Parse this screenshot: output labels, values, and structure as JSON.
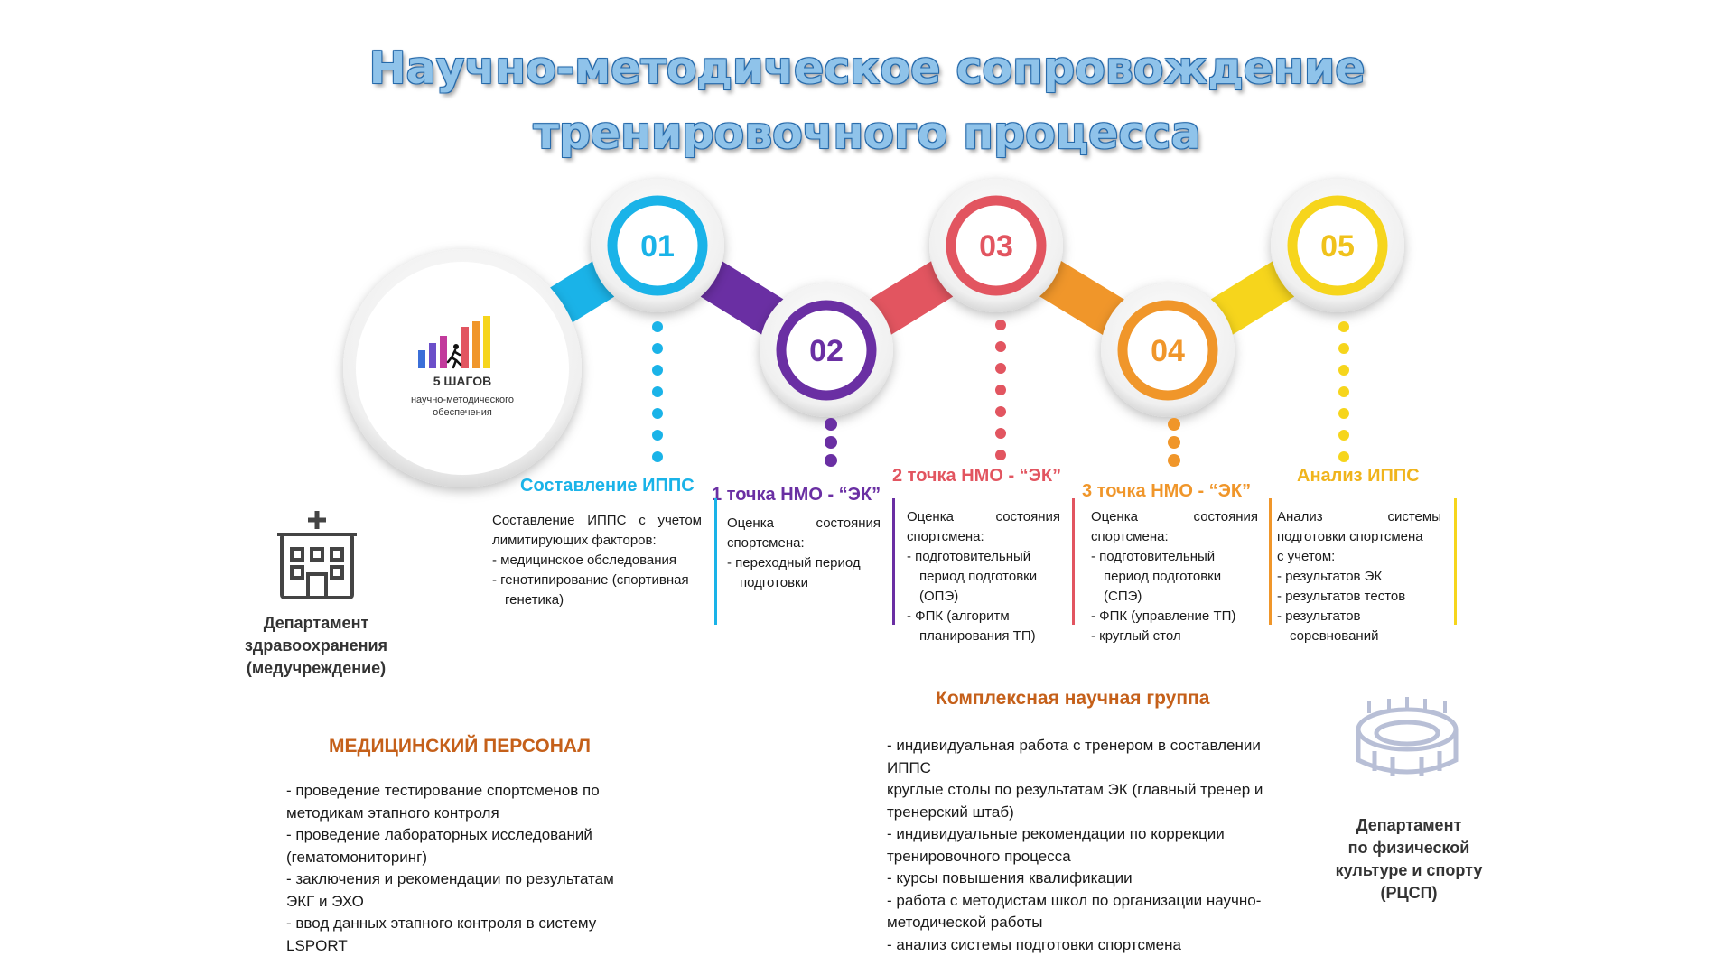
{
  "title": {
    "line1": "Научно-методическое сопровождение",
    "line2": "тренировочного процесса"
  },
  "hub": {
    "title": "5 ШАГОВ",
    "subtitle_line1": "научно-методического",
    "subtitle_line2": "обеспечения"
  },
  "colors": {
    "step1": "#1ab3e8",
    "step2": "#6a2fa3",
    "step3": "#e25560",
    "step4": "#f0962a",
    "step5": "#f6d51c",
    "hub_bars": [
      "#3b6fd8",
      "#6b4fc9",
      "#c23a9c",
      "#e25560",
      "#f0962a",
      "#f6d51c"
    ]
  },
  "steps": [
    {
      "number": "01",
      "title": "Составление ИППС",
      "lines": [
        {
          "t": "Составление ИППС с учетом",
          "j": true
        },
        {
          "t": "лимитирующих факторов:"
        },
        {
          "t": "-    медицинское обследования",
          "li": true
        },
        {
          "t": "-    генотипирование (спортивная генетика)",
          "li": true
        }
      ]
    },
    {
      "number": "02",
      "title": "1 точка  НМО - “ЭК”",
      "lines": [
        {
          "t": "Оценка      состояния",
          "j": true
        },
        {
          "t": "спортсмена:"
        },
        {
          "t": "- переходный период подготовки",
          "li": true
        }
      ]
    },
    {
      "number": "03",
      "title": "2 точка НМО - “ЭК”",
      "lines": [
        {
          "t": "Оценка        состояния",
          "j": true
        },
        {
          "t": "спортсмена:"
        },
        {
          "t": "-    подготовительный период подготовки (ОПЭ)",
          "li": true
        },
        {
          "t": "-     ФПК (алгоритм планирования ТП)",
          "li": true
        }
      ]
    },
    {
      "number": "04",
      "title": "3 точка  НМО - “ЭК”",
      "lines": [
        {
          "t": "Оценка        состояния",
          "j": true
        },
        {
          "t": "спортсмена:"
        },
        {
          "t": "-     подготовительный период подготовки (СПЭ)",
          "li": true
        },
        {
          "t": "- ФПК (управление ТП)",
          "li": true
        },
        {
          "t": "- круглый стол",
          "li": true
        }
      ]
    },
    {
      "number": "05",
      "title": "Анализ ИППС",
      "lines": [
        {
          "t": "Анализ        системы",
          "j": true
        },
        {
          "t": "подготовки спортсмена"
        },
        {
          "t": "с учетом:"
        },
        {
          "t": "-    результатов ЭК",
          "li": true
        },
        {
          "t": "-    результатов тестов",
          "li": true
        },
        {
          "t": "-    результатов соревнований",
          "li": true
        }
      ]
    }
  ],
  "dept_health": {
    "line1": "Департамент",
    "line2": "здравоохранения",
    "line3": "(медучреждение)",
    "icon": "hospital-icon"
  },
  "dept_sport": {
    "line1": "Департамент",
    "line2": "по физической",
    "line3": "культуре и спорту",
    "line4": "(РЦСП)",
    "icon": "stadium-icon"
  },
  "medical": {
    "title": "МЕДИЦИНСКИЙ ПЕРСОНАЛ",
    "items": [
      "- проведение тестирование спортсменов по",
      "методикам этапного контроля",
      "- проведение лабораторных исследований",
      "(гематомониторинг)",
      "- заключения и рекомендации по результатам",
      "ЭКГ и ЭХО",
      "- ввод данных этапного контроля в систему",
      "LSPORT"
    ]
  },
  "science": {
    "title": "Комплексная научная группа",
    "items": [
      "- индивидуальная работа с тренером в составлении",
      "ИППС",
      "круглые столы по результатам ЭК (главный тренер и",
      "тренерский штаб)",
      "- индивидуальные рекомендации по коррекции",
      "тренировочного процесса",
      "- курсы повышения квалификации",
      "- работа с методистам школ по организации научно-",
      "методической работы",
      "- анализ системы подготовки спортсмена"
    ]
  }
}
